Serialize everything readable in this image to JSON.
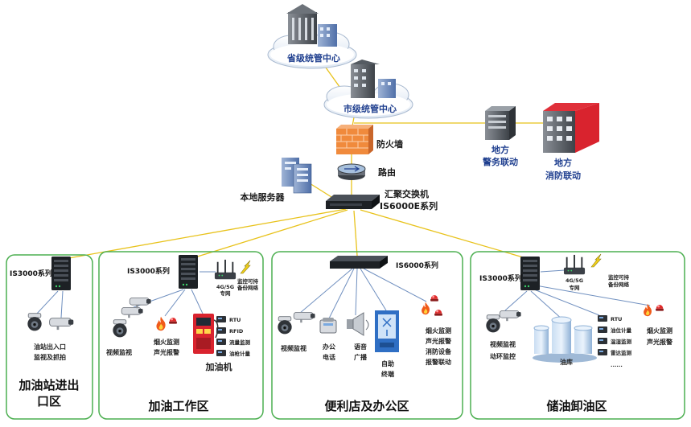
{
  "colors": {
    "trunk_link": "#e8c21a",
    "zone_border": "#4caf50",
    "device_link": "#6f8fbf",
    "fire_red": "#d9232e",
    "firewall_orange": "#f08a3c"
  },
  "top": {
    "provincial_center": "省级统管中心",
    "city_center": "市级统管中心",
    "firewall": "防火墙",
    "router": "路由",
    "local_server": "本地服务器",
    "core_switch": {
      "name": "汇聚交换机",
      "series": "IS6000E系列"
    },
    "police": {
      "line1": "地方",
      "line2": "警务联动"
    },
    "fire_dept": {
      "line1": "地方",
      "line2": "消防联动"
    }
  },
  "zones": {
    "entrance": {
      "switch_series": "IS3000系列",
      "camera_label": {
        "line1": "油站出入口",
        "line2": "监视及抓拍"
      },
      "name": {
        "line1": "加油站进出",
        "line2": "口区"
      }
    },
    "fueling": {
      "switch_series": "IS3000系列",
      "wireless": {
        "line1": "4G/5G",
        "line2": "专网"
      },
      "backup": {
        "line1": "监控可持",
        "line2": "备份网络"
      },
      "camera_label": "视频监视",
      "fire_label": {
        "line1": "烟火监测",
        "line2": "声光报警"
      },
      "dispenser_label": "加油机",
      "devices": [
        "RTU",
        "RFID",
        "流量监测",
        "油枪计量"
      ],
      "name": "加油工作区"
    },
    "store": {
      "switch_series": "IS6000系列",
      "camera_label": "视频监视",
      "phone_label": {
        "line1": "办公",
        "line2": "电话"
      },
      "speaker_label": {
        "line1": "语音",
        "line2": "广播"
      },
      "terminal_label": {
        "line1": "自助",
        "line2": "终端"
      },
      "alarm_label": [
        "烟火监测",
        "声光报警",
        "消防设备",
        "报警联动"
      ],
      "name": "便利店及办公区"
    },
    "storage": {
      "switch_series": "IS3000系列",
      "wireless": {
        "line1": "4G/5G",
        "line2": "专网"
      },
      "backup": {
        "line1": "监控可持",
        "line2": "备份网络"
      },
      "camera_label": {
        "line1": "视频监视",
        "line2": "动环监控"
      },
      "tank_label": "油库",
      "devices": [
        "RTU",
        "油位计量",
        "温湿监测",
        "雷达监测"
      ],
      "more": "......",
      "fire_label": {
        "line1": "烟火监测",
        "line2": "声光报警"
      },
      "name": "储油卸油区"
    }
  }
}
